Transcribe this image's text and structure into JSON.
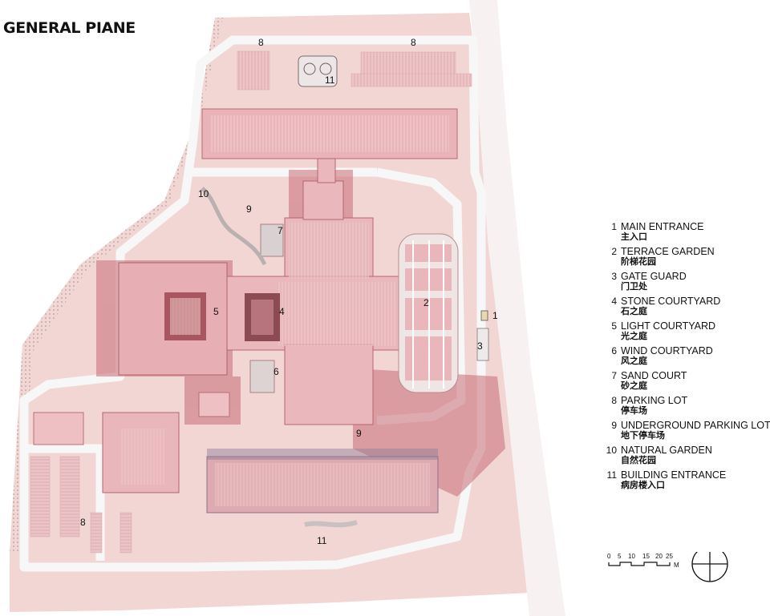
{
  "title": "GENERAL PIANE",
  "plan_labels": [
    "8",
    "8",
    "11",
    "10",
    "9",
    "7",
    "5",
    "4",
    "6",
    "2",
    "1",
    "3",
    "9",
    "8",
    "11"
  ],
  "legend": [
    {
      "num": "1",
      "en": "MAIN ENTRANCE",
      "zh": "主入口"
    },
    {
      "num": "2",
      "en": "TERRACE GARDEN",
      "zh": "阶梯花园"
    },
    {
      "num": "3",
      "en": "GATE GUARD",
      "zh": "门卫处"
    },
    {
      "num": "4",
      "en": "STONE COURTYARD",
      "zh": "石之庭"
    },
    {
      "num": "5",
      "en": "LIGHT COURTYARD",
      "zh": "光之庭"
    },
    {
      "num": "6",
      "en": "WIND COURTYARD",
      "zh": "风之庭"
    },
    {
      "num": "7",
      "en": "SAND COURT",
      "zh": "砂之庭"
    },
    {
      "num": "8",
      "en": "PARKING LOT",
      "zh": "停车场"
    },
    {
      "num": "9",
      "en": "UNDERGROUND PARKING LOT",
      "zh": "地下停车场"
    },
    {
      "num": "10",
      "en": "NATURAL GARDEN",
      "zh": "自然花园"
    },
    {
      "num": "11",
      "en": "BUILDING ENTRANCE",
      "zh": "病房楼入口"
    }
  ],
  "scale": {
    "ticks": [
      "0",
      "5",
      "10",
      "15",
      "20",
      "25"
    ],
    "unit": "M"
  },
  "colors": {
    "ground": "#f0d8d6",
    "road": "#f7f6f6",
    "building": "#ecb9bd",
    "shadow": "#c9727c",
    "accent": "#d86a7a",
    "ink": "#111111"
  }
}
